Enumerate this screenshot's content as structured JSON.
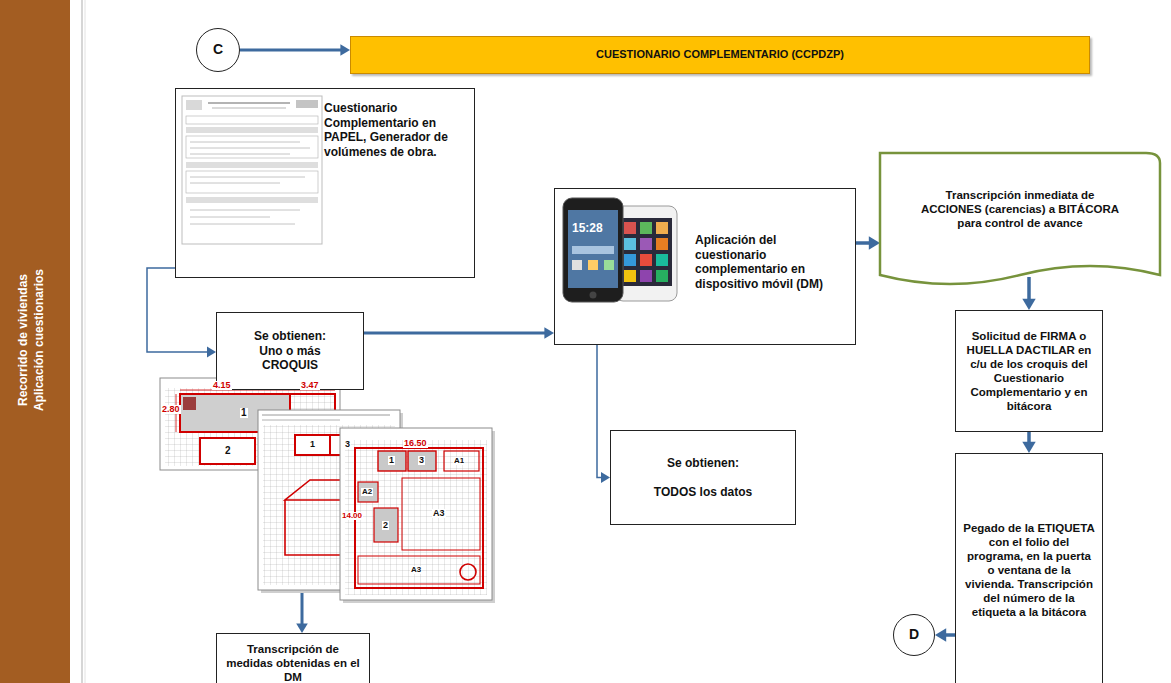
{
  "diagram": {
    "nodes": [
      {
        "text": [
          "Recorrido de viviendas",
          "Aplicación cuestionarios"
        ]
      },
      {
        "text": [
          "C"
        ]
      },
      {
        "text": [
          "CUESTIONARIO COMPLEMENTARIO (CCPDZP)"
        ]
      },
      {
        "text": [
          "Cuestionario Complementario en PAPEL, Generador de volúmenes de obra."
        ]
      },
      {
        "text": [
          "Se obtienen:",
          "Uno o más CROQUIS"
        ]
      },
      {
        "text": [
          "Transcripción de medidas obtenidas en el DM"
        ]
      },
      {
        "text": [
          "Aplicación del cuestionario complementario en dispositivo móvil (DM)"
        ]
      },
      {
        "text": [
          "Se obtienen:",
          "TODOS los datos"
        ]
      },
      {
        "text": [
          "Transcripción inmediata de ACCIONES (carencias) a BITÁCORA para control de avance"
        ]
      },
      {
        "text": [
          "Solicitud de FIRMA o HUELLA DACTILAR en c/u de los croquis del Cuestionario Complementario y en bitácora"
        ]
      },
      {
        "text": [
          "Pegado de la ETIQUETA con el folio del programa, en la puerta o ventana de la vivienda. Transcripción del número de la etiqueta a la bitácora"
        ]
      },
      {
        "text": [
          "D"
        ]
      }
    ],
    "edges": [
      {
        "from": 1,
        "to": 2,
        "arrow": "to"
      },
      {
        "from": 3,
        "to": 4,
        "arrow": "to"
      },
      {
        "from": 4,
        "to": 6,
        "arrow": "to"
      },
      {
        "from": 4,
        "to": 5,
        "arrow": "to"
      },
      {
        "from": 6,
        "to": 7,
        "arrow": "to"
      },
      {
        "from": 6,
        "to": 8,
        "arrow": "to"
      },
      {
        "from": 8,
        "to": 9,
        "arrow": "to"
      },
      {
        "from": 9,
        "to": 10,
        "arrow": "to"
      },
      {
        "from": 10,
        "to": 11,
        "arrow": "to"
      }
    ],
    "labels": [
      "4.15",
      "3.47",
      "2.80",
      "1",
      "2",
      "1",
      "3",
      "16.50",
      "14.00",
      "1",
      "3",
      "A1",
      "A2",
      "2",
      "A3",
      "A3",
      "15:28"
    ]
  }
}
